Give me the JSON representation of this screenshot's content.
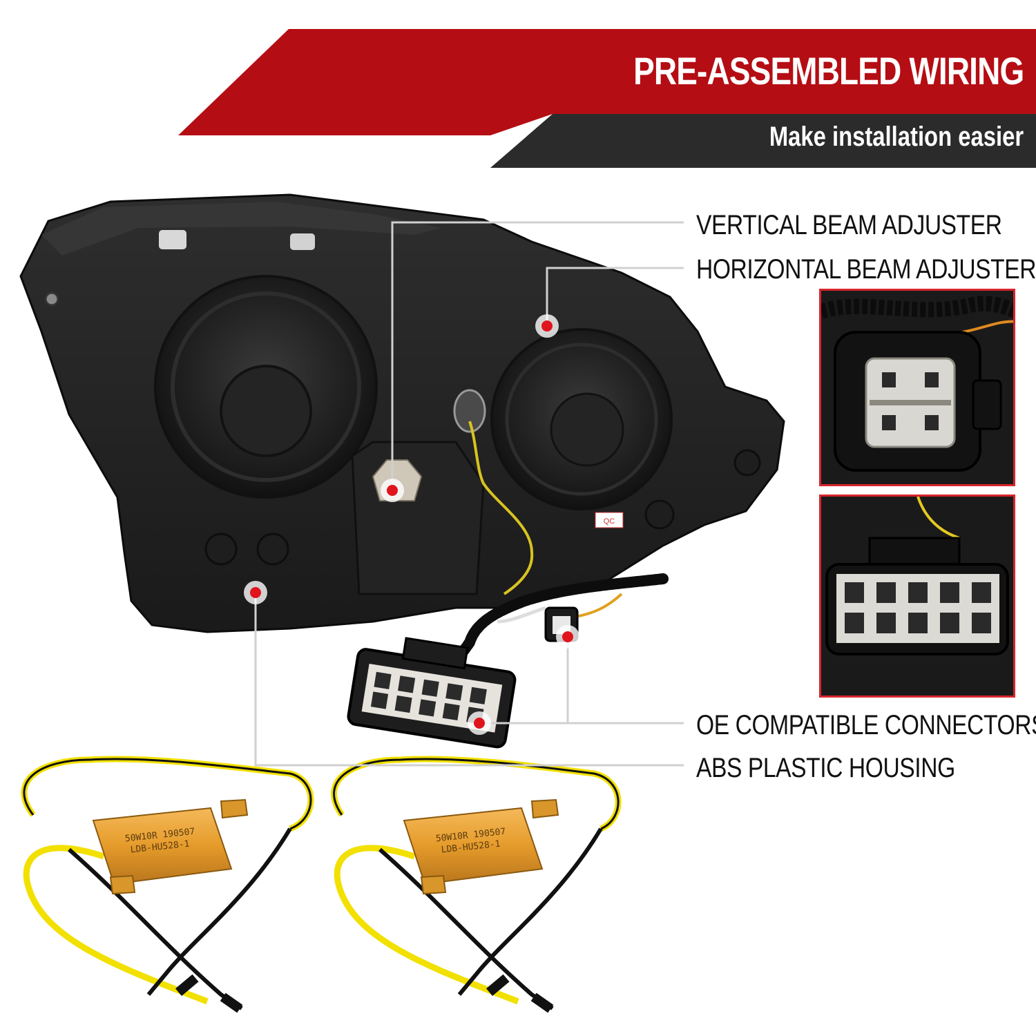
{
  "banner": {
    "title": "PRE-ASSEMBLED WIRING",
    "subtitle": "Make installation easier",
    "colors": {
      "red": "#b50d14",
      "dark": "#2b2b2b"
    }
  },
  "callouts": {
    "vertical_beam": "VERTICAL BEAM ADJUSTER",
    "horizontal_beam": "HORIZONTAL BEAM ADJUSTER",
    "oe_connectors": "OE COMPATIBLE CONNECTORS",
    "abs_housing": "ABS PLASTIC HOUSING"
  },
  "product": {
    "qc_sticker": "QC",
    "resistor_left": {
      "line1": "50W10R 190507",
      "line2": "LDB-HU528-1"
    },
    "resistor_right": {
      "line1": "50W10R 190507",
      "line2": "LDB-HU528-1"
    }
  },
  "marker_color": "#e0141c",
  "inset_border_color": "#d8242b"
}
